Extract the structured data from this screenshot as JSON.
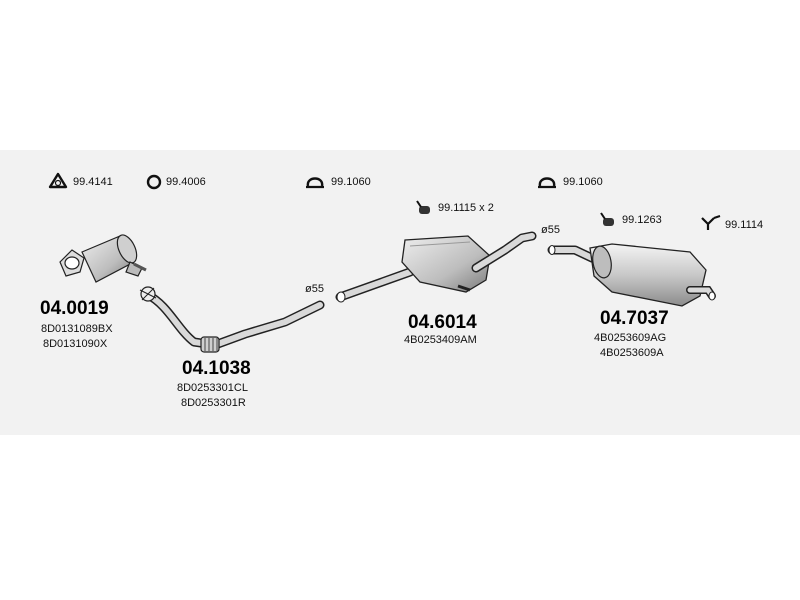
{
  "accessories": [
    {
      "code": "99.4141",
      "icon": "triangle-gasket-icon"
    },
    {
      "code": "99.4006",
      "icon": "round-gasket-icon"
    },
    {
      "code": "99.1060",
      "icon": "clamp-icon"
    },
    {
      "code": "99.1060",
      "icon": "clamp-icon"
    },
    {
      "code": "99.1115 x 2",
      "icon": "rubber-hanger-icon"
    },
    {
      "code": "99.1263",
      "icon": "rubber-hanger-icon"
    },
    {
      "code": "99.1114",
      "icon": "bracket-icon"
    }
  ],
  "parts": [
    {
      "number": "04.0019",
      "oem": [
        "8D0131089BX",
        "8D0131090X"
      ],
      "type": "catalytic-converter"
    },
    {
      "number": "04.1038",
      "oem": [
        "8D0253301CL",
        "8D0253301R"
      ],
      "type": "front-pipe"
    },
    {
      "number": "04.6014",
      "oem": [
        "4B0253409AM"
      ],
      "type": "middle-silencer"
    },
    {
      "number": "04.7037",
      "oem": [
        "4B0253609AG",
        "4B0253609A"
      ],
      "type": "rear-silencer"
    }
  ],
  "diameters": [
    {
      "label": "ø55"
    },
    {
      "label": "ø55"
    }
  ],
  "colors": {
    "background_band": "#f2f2f2",
    "line": "#222222",
    "part_fill": "#d9d9d9"
  }
}
